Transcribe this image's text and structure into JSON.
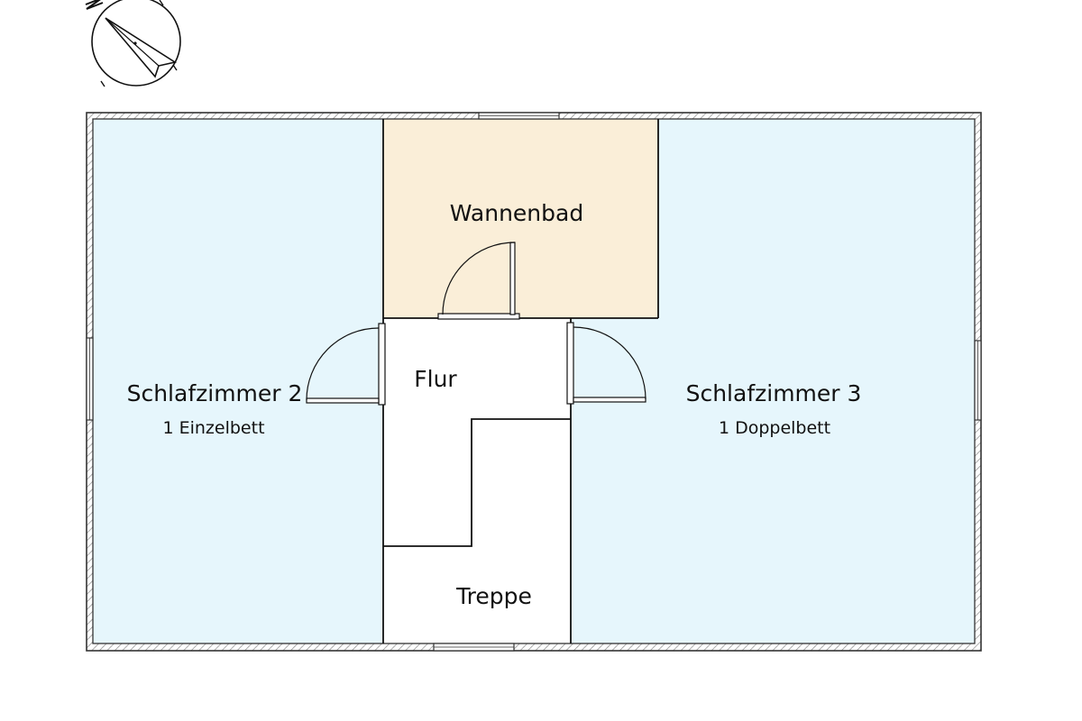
{
  "compass": {
    "icon": "north-arrow-icon",
    "letter": "N"
  },
  "rooms": {
    "bath": {
      "name": "Wannenbad",
      "color": "#faeed8"
    },
    "bedroom2": {
      "name": "Schlafzimmer 2",
      "beds": "1 Einzelbett",
      "color": "#e6f6fc"
    },
    "bedroom3": {
      "name": "Schlafzimmer 3",
      "beds": "1 Doppelbett",
      "color": "#e6f6fc"
    },
    "hall": {
      "name": "Flur",
      "color": "#ffffff"
    },
    "stairs": {
      "name": "Treppe",
      "color": "#ffffff"
    }
  },
  "colors": {
    "wall_outline": "#333333",
    "wall_hatch": "#8a8a8a"
  }
}
